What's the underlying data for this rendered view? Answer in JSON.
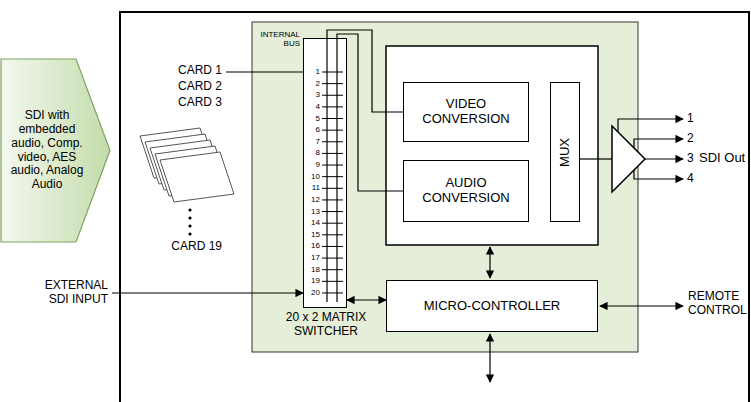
{
  "diagram": {
    "nodes": [
      {
        "text": [
          "SDI with embedded audio, Comp. video, AES audio, Analog Audio"
        ]
      },
      {
        "text": [
          "20 x 2 MATRIX SWITCHER"
        ]
      },
      {
        "text": [
          "VIDEO CONVERSION"
        ]
      },
      {
        "text": [
          "AUDIO CONVERSION"
        ]
      },
      {
        "text": [
          "MUX"
        ]
      },
      {
        "text": [
          "MICRO-CONTROLLER"
        ]
      }
    ],
    "edges": [
      {
        "from": 1,
        "to": 2,
        "arrow": "none"
      },
      {
        "from": 1,
        "to": 3,
        "arrow": "none"
      },
      {
        "from": 1,
        "to": 5,
        "arrow": "both"
      }
    ],
    "labels": [
      "INTERNAL BUS",
      "CARD 1",
      "CARD 2",
      "CARD 3",
      "CARD 19",
      "1",
      "2",
      "3",
      "4",
      "5",
      "6",
      "7",
      "8",
      "9",
      "10",
      "11",
      "12",
      "13",
      "14",
      "15",
      "16",
      "17",
      "18",
      "19",
      "20",
      "EXTERNAL SDI INPUT",
      "1",
      "2",
      "3",
      "4",
      "SDI Out",
      "REMOTE CONTROL"
    ]
  }
}
